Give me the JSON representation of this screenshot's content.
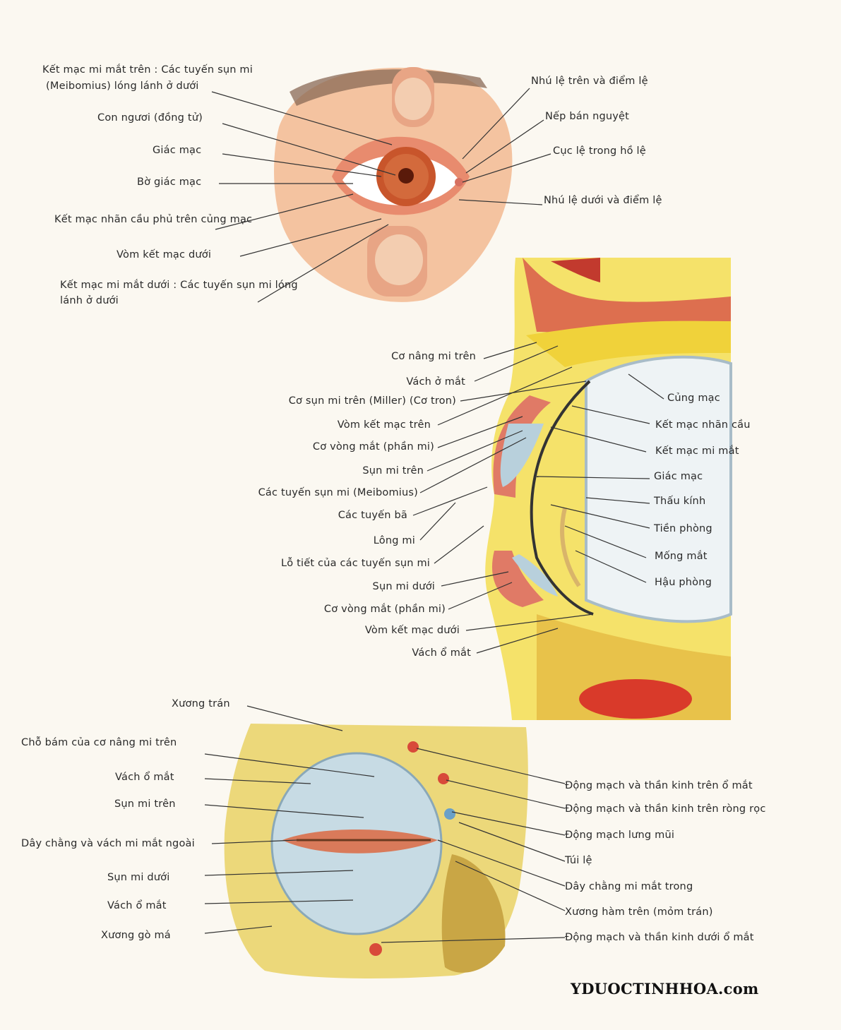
{
  "watermark": "YDUOCTINHHOA.com",
  "colors": {
    "background": "#fbf8f1",
    "skin": "#f0b08a",
    "iris": "#c8552b",
    "fat": "#f2d83a",
    "muscle": "#c44a3e",
    "cartilage": "#b8d0dc",
    "bone": "#e8d27a"
  },
  "panel_top": {
    "left_labels": [
      "Kết mạc mi mắt trên : Các tuyến sụn mi",
      "(Meibomius) lóng lánh ở dưới",
      "Con ngươi (đồng tử)",
      "Giác mạc",
      "Bờ giác mạc",
      "Kết mạc nhãn cầu phủ trên củng mạc",
      "Vòm kết mạc dưới",
      "Kết mạc mi mắt dưới : Các tuyến sụn mi lóng",
      "lánh ở dưới"
    ],
    "right_labels": [
      "Nhú lệ trên và điểm lệ",
      "Nếp bán nguyệt",
      "Cục lệ trong hồ lệ",
      "Nhú lệ dưới và điểm lệ"
    ]
  },
  "panel_middle": {
    "left_labels": [
      "Cơ nâng mi trên",
      "Vách ở mắt",
      "Cơ sụn mi trên (Miller) (Cơ tron)",
      "Vòm kết mạc trên",
      "Cơ vòng mắt (phần mi)",
      "Sụn mi trên",
      "Các tuyến sụn mi (Meibomius)",
      "Các tuyến bã",
      "Lông mi",
      "Lỗ tiết của các tuyến sụn mi",
      "Sụn mi dưới",
      "Cơ vòng mắt (phần mi)",
      "Vòm kết mạc dưới",
      "Vách ổ mắt"
    ],
    "right_labels": [
      "Củng mạc",
      "Kết mạc nhãn cầu",
      "Kết mạc mi mắt",
      "Giác mạc",
      "Thấu kính",
      "Tiền phòng",
      "Mống mắt",
      "Hậu phòng"
    ]
  },
  "panel_bottom": {
    "left_labels": [
      "Xương trán",
      "Chỗ bám của cơ nâng mi trên",
      "Vách ổ mắt",
      "Sụn mi trên",
      "Dây chằng và vách mi mắt ngoài",
      "Sụn mi dưới",
      "Vách ổ mắt",
      "Xương gò má"
    ],
    "right_labels": [
      "Động mạch và thần kinh trên ổ mắt",
      "Động mạch và thần kinh trên ròng rọc",
      "Động mạch lưng mũi",
      "Túi lệ",
      "Dây chằng mi mắt trong",
      "Xương hàm trên (mỏm trán)",
      "Động mạch và thần kinh dưới ổ mắt"
    ]
  }
}
